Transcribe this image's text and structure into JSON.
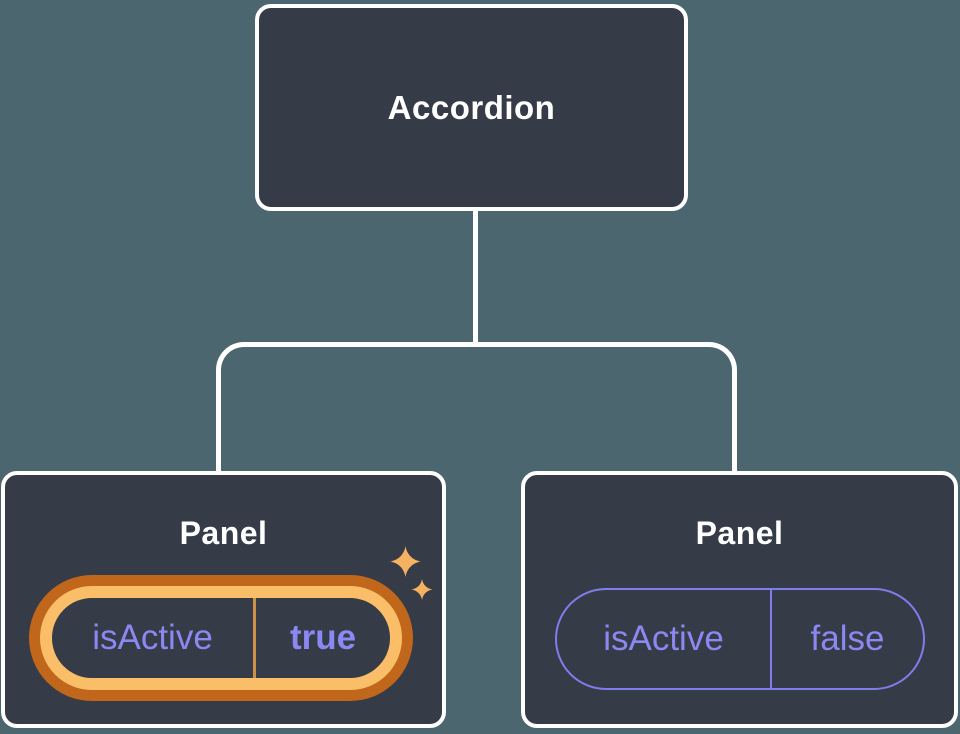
{
  "diagram": {
    "title": "component-tree-with-state",
    "root": {
      "label": "Accordion"
    },
    "panels": [
      {
        "label": "Panel",
        "prop": {
          "name": "isActive",
          "value": "true"
        },
        "highlighted": true
      },
      {
        "label": "Panel",
        "prop": {
          "name": "isActive",
          "value": "false"
        },
        "highlighted": false
      }
    ]
  },
  "icons": [
    {
      "name": "sparkle-icon-large",
      "glyph": "✦"
    },
    {
      "name": "sparkle-icon-small",
      "glyph": "✦"
    }
  ],
  "colors": {
    "background": "#4C6670",
    "node_fill": "#353B47",
    "node_border": "#FFFFFF",
    "label_text": "#FFFFFF",
    "state_text": "#8B88F1",
    "inactive_pill_border": "#807DEB",
    "highlight_ring_outer": "#C1671C",
    "highlight_ring_inner": "#FABD68",
    "highlight_divider": "#CB9147",
    "sparkle": "#F5B261"
  }
}
